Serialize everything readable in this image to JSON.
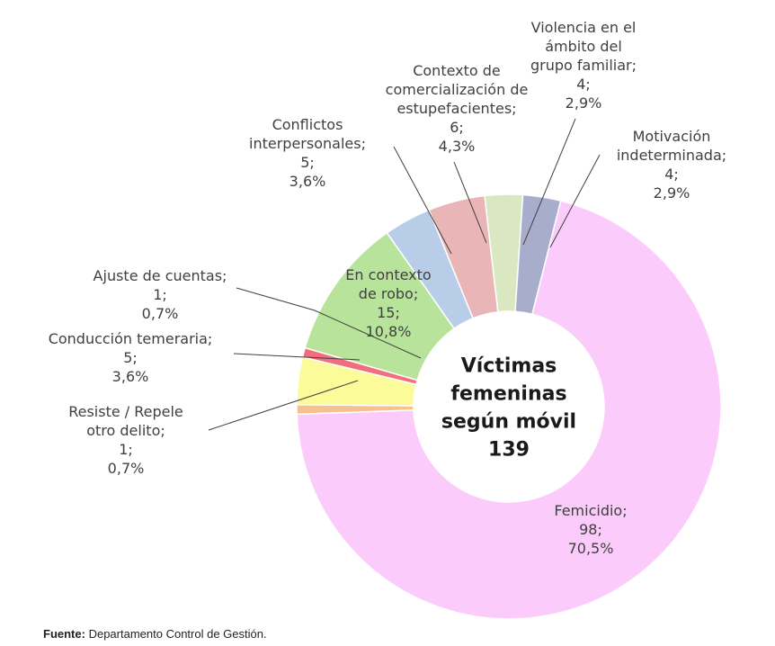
{
  "chart_data": {
    "type": "pie",
    "donut": true,
    "center_label": [
      "Víctimas",
      "femeninas",
      "según móvil",
      "139"
    ],
    "total": 139,
    "slices": [
      {
        "name": "Femicidio",
        "value": 98,
        "percent": "70,5%",
        "color": "#fbccfb",
        "label": [
          "Femicidio;",
          "98;",
          "70,5%"
        ]
      },
      {
        "name": "Resiste / Repele otro delito",
        "value": 1,
        "percent": "0,7%",
        "color": "#f7c08c",
        "label": [
          "Resiste / Repele",
          "otro delito;",
          "1;",
          "0,7%"
        ]
      },
      {
        "name": "Conducción temeraria",
        "value": 5,
        "percent": "3,6%",
        "color": "#fbfb99",
        "label": [
          "Conducción temeraria;",
          "5;",
          "3,6%"
        ]
      },
      {
        "name": "Ajuste de cuentas",
        "value": 1,
        "percent": "0,7%",
        "color": "#f26d7d",
        "label": [
          "Ajuste de cuentas;",
          "1;",
          "0,7%"
        ]
      },
      {
        "name": "En contexto de robo",
        "value": 15,
        "percent": "10,8%",
        "color": "#b7e39a",
        "label": [
          "En contexto",
          "de robo;",
          "15;",
          "10,8%"
        ]
      },
      {
        "name": "Conflictos interpersonales",
        "value": 5,
        "percent": "3,6%",
        "color": "#b7cde8",
        "label": [
          "Conflictos",
          "interpersonales;",
          "5;",
          "3,6%"
        ]
      },
      {
        "name": "Contexto de comercialización de estupefacientes",
        "value": 6,
        "percent": "4,3%",
        "color": "#e9b5b6",
        "label": [
          "Contexto de",
          "comercialización de",
          "estupefacientes;",
          "6;",
          "4,3%"
        ]
      },
      {
        "name": "Violencia en el ámbito del grupo familiar",
        "value": 4,
        "percent": "2,9%",
        "color": "#d9e8c0",
        "label": [
          "Violencia en el",
          "ámbito del",
          "grupo familiar;",
          "4;",
          "2,9%"
        ]
      },
      {
        "name": "Motivación indeterminada",
        "value": 4,
        "percent": "2,9%",
        "color": "#a9adcc",
        "label": [
          "Motivación",
          "indeterminada;",
          "4;",
          "2,9%"
        ]
      }
    ]
  },
  "source": {
    "label": "Fuente:",
    "text": "Departamento Control de Gestión."
  }
}
